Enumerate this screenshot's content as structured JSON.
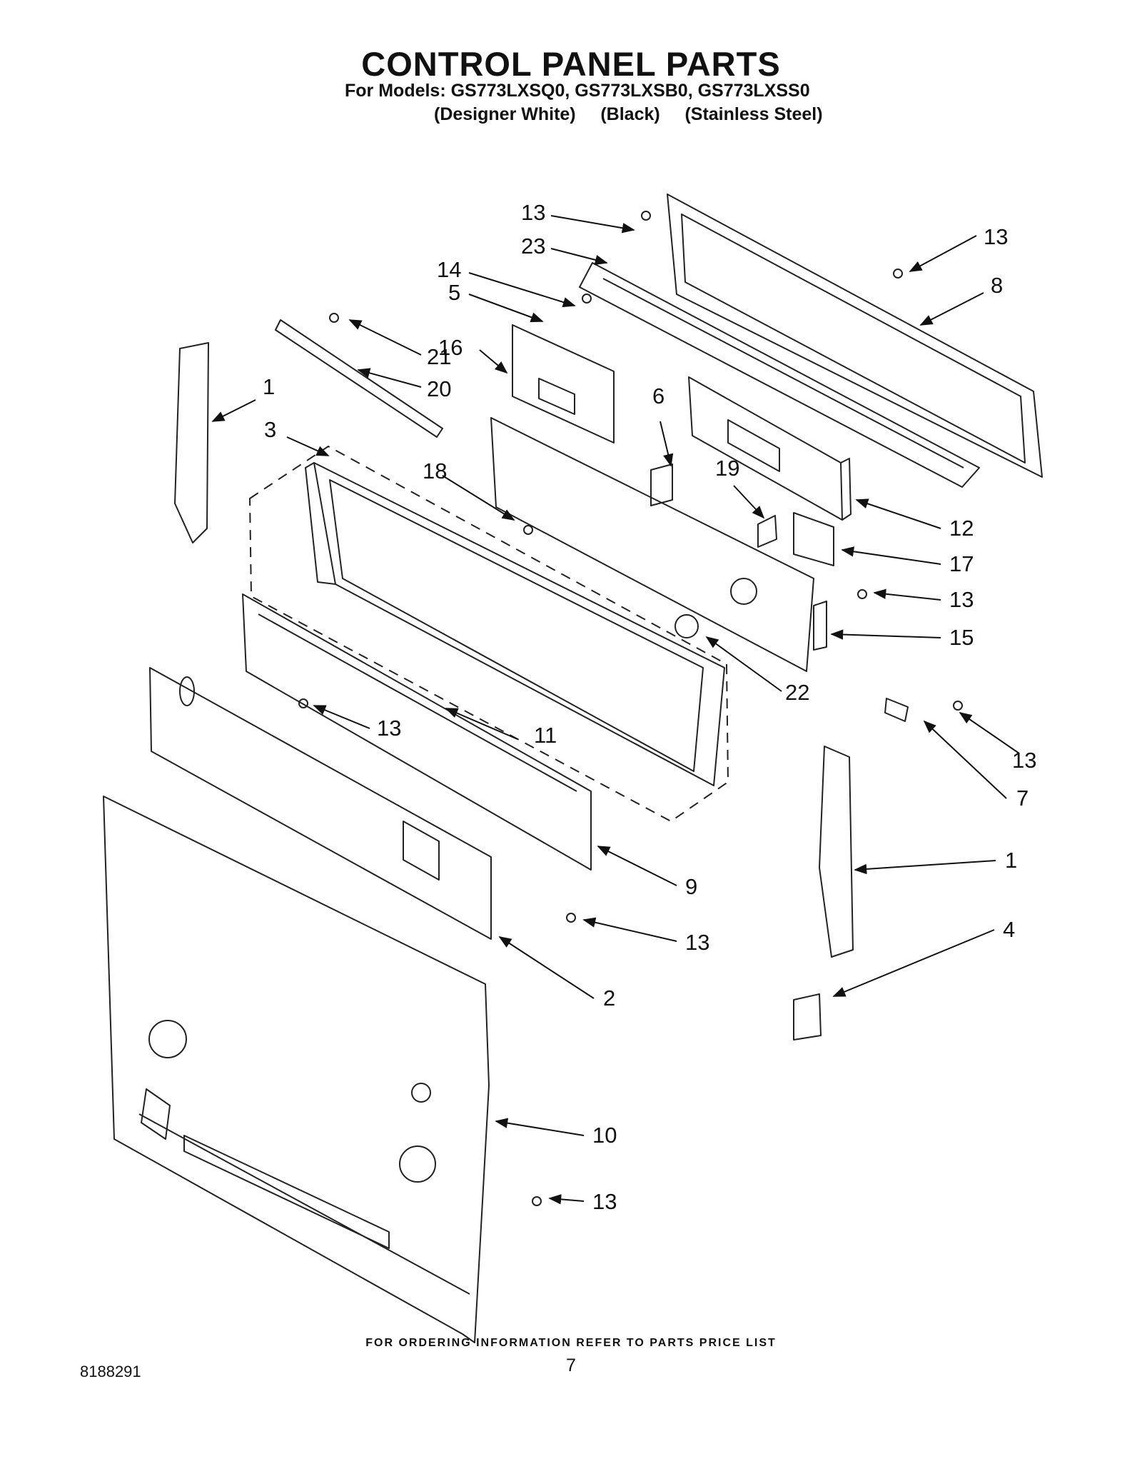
{
  "header": {
    "title": "CONTROL PANEL PARTS",
    "models": "For Models: GS773LXSQ0, GS773LXSB0, GS773LXSS0",
    "variants": "(Designer White)     (Black)     (Stainless Steel)"
  },
  "callouts": [
    {
      "label": "13"
    },
    {
      "label": "23"
    },
    {
      "label": "14"
    },
    {
      "label": "5"
    },
    {
      "label": "16"
    },
    {
      "label": "21"
    },
    {
      "label": "20"
    },
    {
      "label": "1"
    },
    {
      "label": "3"
    },
    {
      "label": "13"
    },
    {
      "label": "8"
    },
    {
      "label": "6"
    },
    {
      "label": "18"
    },
    {
      "label": "19"
    },
    {
      "label": "12"
    },
    {
      "label": "17"
    },
    {
      "label": "13"
    },
    {
      "label": "15"
    },
    {
      "label": "22"
    },
    {
      "label": "13"
    },
    {
      "label": "11"
    },
    {
      "label": "13"
    },
    {
      "label": "7"
    },
    {
      "label": "1"
    },
    {
      "label": "9"
    },
    {
      "label": "13"
    },
    {
      "label": "4"
    },
    {
      "label": "2"
    },
    {
      "label": "10"
    },
    {
      "label": "13"
    }
  ],
  "footer": {
    "ordering": "FOR ORDERING INFORMATION REFER TO PARTS PRICE LIST",
    "doc_number": "8188291",
    "page_number": "7"
  }
}
